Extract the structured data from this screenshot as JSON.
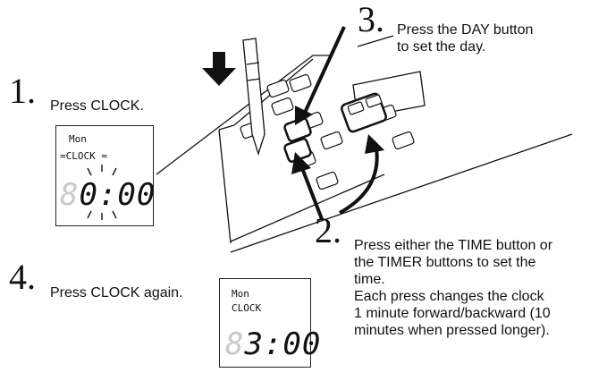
{
  "steps": [
    {
      "number": "1.",
      "text": "Press CLOCK."
    },
    {
      "number": "2.",
      "text": "Press either the TIME button or\nthe TIMER buttons to set the\ntime.\nEach press changes the clock\n1 minute forward/backward (10\nminutes when pressed longer)."
    },
    {
      "number": "3.",
      "text": "Press the DAY button\nto set the day."
    },
    {
      "number": "4.",
      "text": "Press CLOCK again."
    }
  ],
  "display1": {
    "day": "Mon",
    "mode": "CLOCK",
    "ghost_digit": "8",
    "time": "0:00"
  },
  "display2": {
    "day": "Mon",
    "mode": "CLOCK",
    "ghost_digit": "8",
    "time": "3:00"
  }
}
